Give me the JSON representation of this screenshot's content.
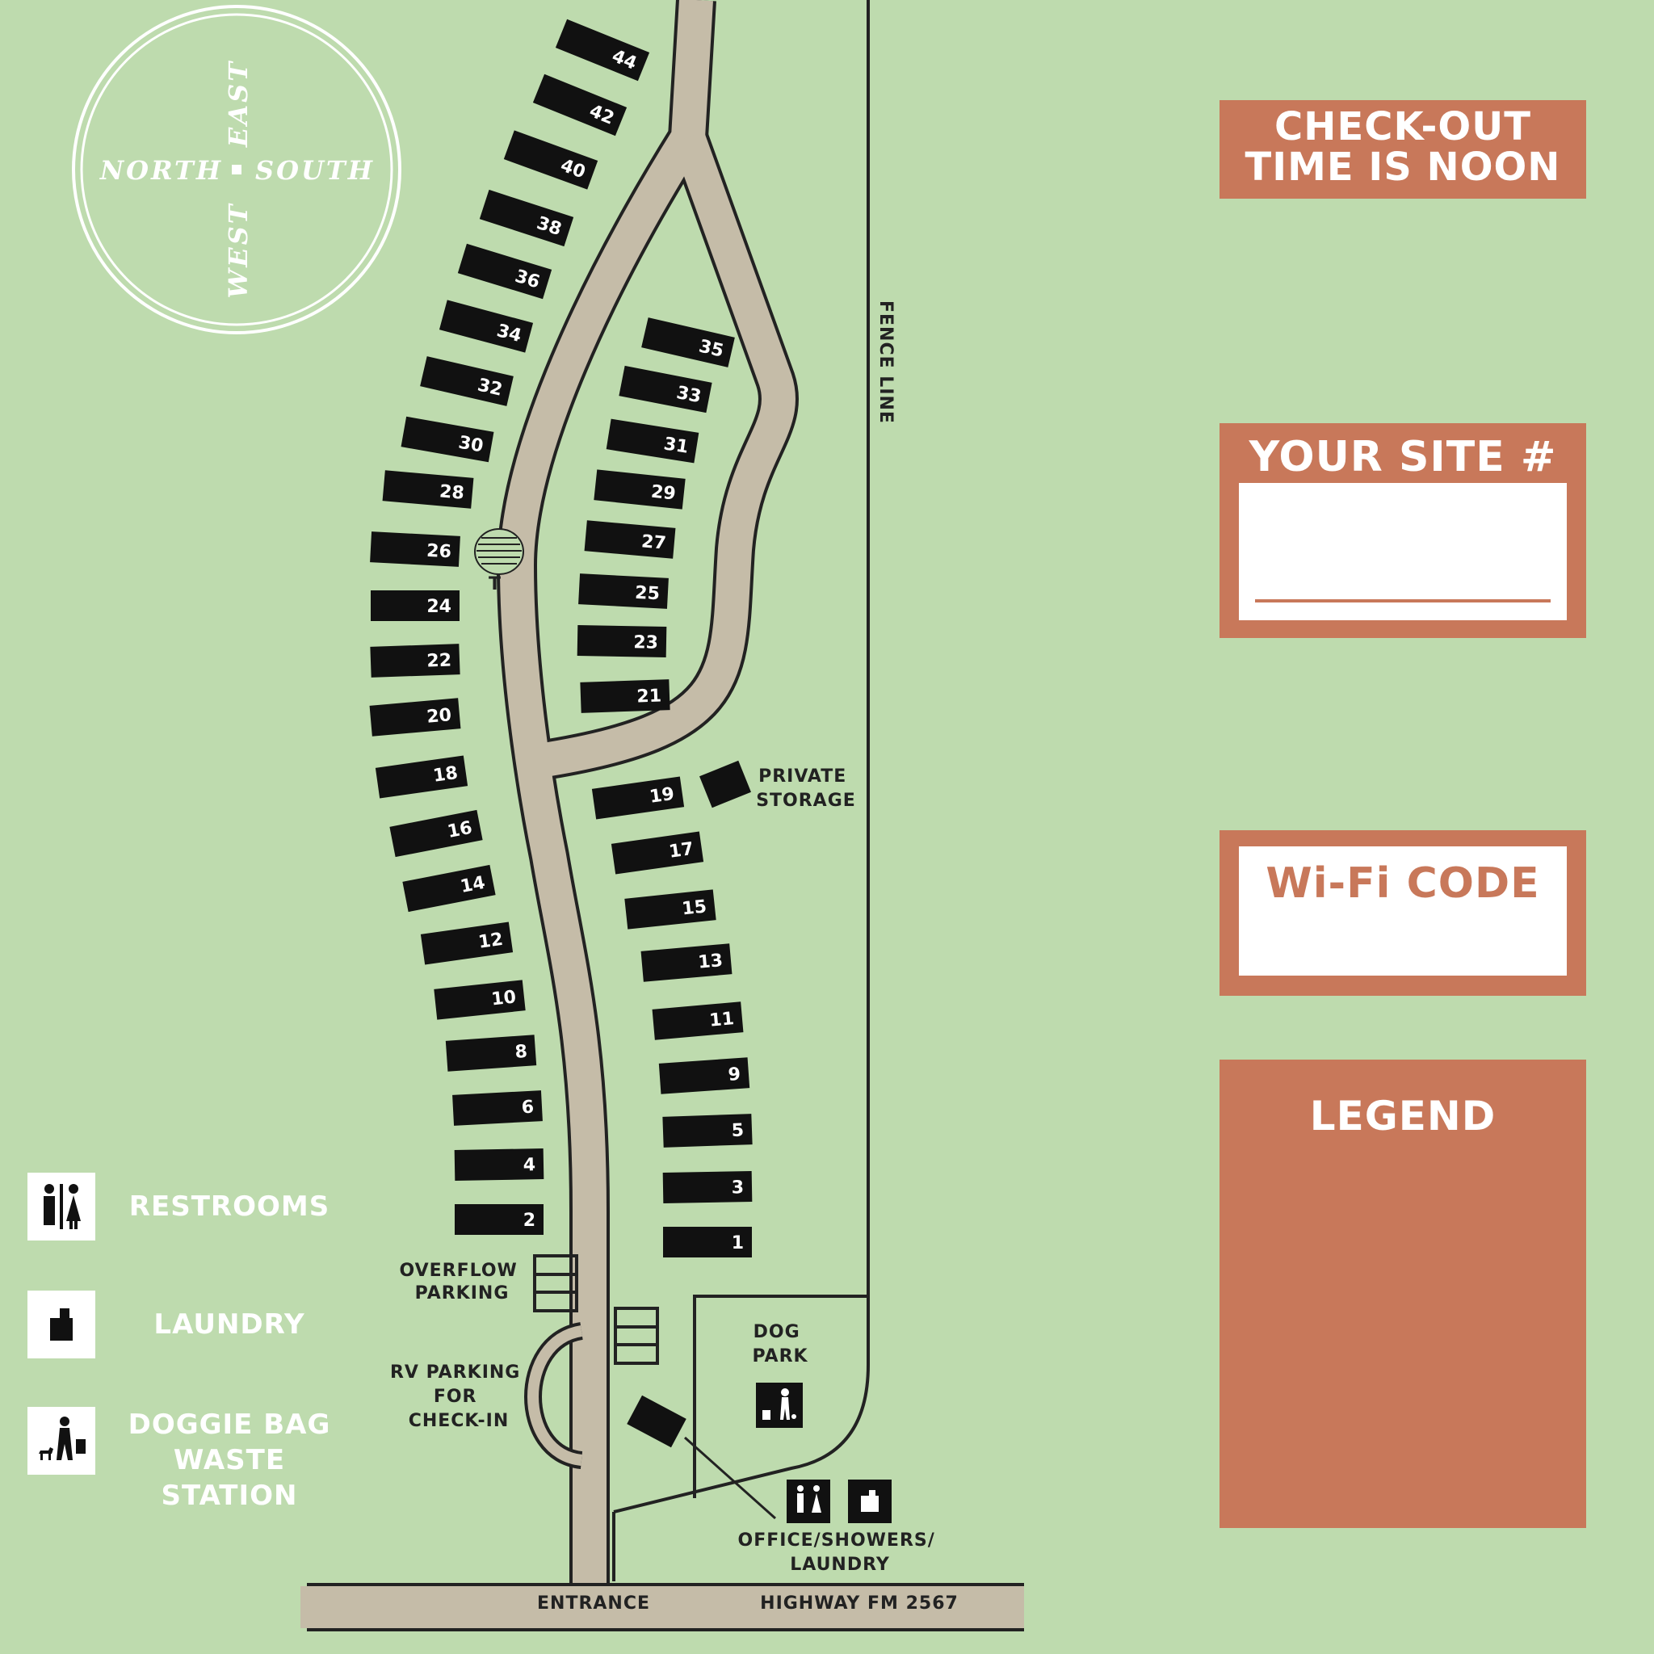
{
  "compass": {
    "north": "NORTH",
    "south": "SOUTH",
    "east": "EAST",
    "west": "WEST"
  },
  "labels": {
    "fence_line": "FENCE LINE",
    "private_storage": [
      "PRIVATE",
      "STORAGE"
    ],
    "overflow_parking": [
      "OVERFLOW",
      "PARKING"
    ],
    "rv_parking": [
      "RV PARKING",
      "FOR",
      "CHECK-IN"
    ],
    "dog_park": [
      "DOG",
      "PARK"
    ],
    "office": [
      "OFFICE/SHOWERS/",
      "LAUNDRY"
    ],
    "entrance": "ENTRANCE",
    "highway": "HIGHWAY FM 2567",
    "tree_marker": "T"
  },
  "sites": {
    "left_column": [
      "44",
      "42",
      "40",
      "38",
      "36",
      "34",
      "32",
      "30",
      "28",
      "26",
      "24",
      "22",
      "20",
      "18",
      "16",
      "14",
      "12",
      "10",
      "8",
      "6",
      "4",
      "2"
    ],
    "right_column": [
      "35",
      "33",
      "31",
      "29",
      "27",
      "25",
      "23",
      "21",
      "19",
      "17",
      "15",
      "13",
      "11",
      "9",
      "5",
      "3",
      "1"
    ]
  },
  "checkout": {
    "line1": "CHECK-OUT",
    "line2": "TIME IS NOON"
  },
  "your_site": {
    "title": "YOUR SITE #"
  },
  "wifi": {
    "title": "Wi-Fi CODE"
  },
  "legend": {
    "title": "LEGEND",
    "items": [
      {
        "icon": "restroom-icon",
        "label": [
          "RESTROOMS"
        ]
      },
      {
        "icon": "laundry-icon",
        "label": [
          "LAUNDRY"
        ]
      },
      {
        "icon": "doggie-bag-icon",
        "label": [
          "DOGGIE BAG",
          "WASTE STATION"
        ]
      }
    ]
  },
  "colors": {
    "background": "#bedbae",
    "road": "#c5bca8",
    "accent": "#c8785a",
    "site": "#111111",
    "line": "#222222"
  }
}
